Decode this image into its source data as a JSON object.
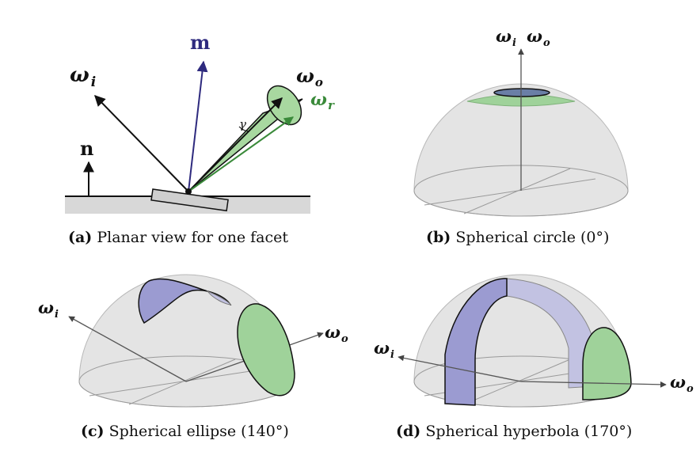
{
  "panels": {
    "a": {
      "caption_tag": "(a)",
      "caption_text": "Planar view for one facet",
      "labels": {
        "omega_i": "ω",
        "omega_i_sub": "i",
        "m": "m",
        "n": "n",
        "omega_o": "ω",
        "omega_o_sub": "o",
        "omega_r": "ω",
        "omega_r_sub": "r",
        "gamma": "γ"
      }
    },
    "b": {
      "caption_tag": "(b)",
      "caption_text": "Spherical circle (0°)",
      "labels": {
        "omega_i": "ω",
        "omega_i_sub": "i",
        "omega_o": "ω",
        "omega_o_sub": "o"
      }
    },
    "c": {
      "caption_tag": "(c)",
      "caption_text": "Spherical ellipse (140°)",
      "labels": {
        "omega_i": "ω",
        "omega_i_sub": "i",
        "omega_o": "ω",
        "omega_o_sub": "o"
      }
    },
    "d": {
      "caption_tag": "(d)",
      "caption_text": "Spherical hyperbola (170°)",
      "labels": {
        "omega_i": "ω",
        "omega_i_sub": "i",
        "omega_o": "ω",
        "omega_o_sub": "o"
      }
    }
  },
  "colors": {
    "blue": "#2e2a7e",
    "green": "#3a8a3a",
    "lightgreen": "#9fd29a",
    "lavender": "#9b9bd1",
    "hemisphere": "#e4e4e4"
  }
}
